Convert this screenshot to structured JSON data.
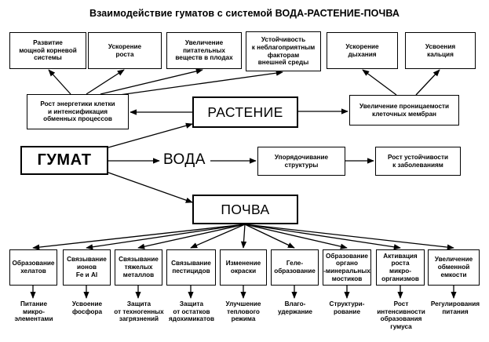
{
  "title": "Взаимодействие гуматов с системой ВОДА-РАСТЕНИЕ-ПОЧВА",
  "top_effects": [
    "Развитие\nмощной корневой\nсистемы",
    "Ускорение\nроста",
    "Увеличение\nпитательных\nвеществ в плодах",
    "Устойчивость\nк неблагоприятным\nфакторам\nвнешней среды",
    "Ускорение\nдыхания",
    "Усвоения\nкальция"
  ],
  "growth_box": "Рост энергетики клетки\nи интенсификация\nобменных процессов",
  "plant": "РАСТЕНИЕ",
  "permeability_box": "Увеличение проницаемости\nклеточных мембран",
  "humate": "ГУМАТ",
  "water": "ВОДА",
  "structure_box": "Упорядочивание\nструктуры",
  "resistance_box": "Рост устойчивости\nк заболеваниям",
  "soil": "ПОЧВА",
  "soil_effects": [
    "Образование\nхелатов",
    "Связывание\nионов\nFe и Al",
    "Связывание\nтяжелых\nметаллов",
    "Связывание\nпестицидов",
    "Изменение\nокраски",
    "Геле-\nобразование",
    "Образование\nоргано\n-минеральных\nмостиков",
    "Активация\nроста\nмикро-\nорганизмов",
    "Увеличение\nобменной\nемкости"
  ],
  "soil_results": [
    "Питание\nмикро-\nэлементами",
    "Усвоение\nфосфора",
    "Защита\nот техногенных\nзагрязнений",
    "Защита\nот остатков\nядохимикатов",
    "Улучшение\nтеплового\nрежима",
    "Влаго-\nудержание",
    "Структури-\nрование",
    "Рост\nинтенсивности\nобразования\nгумуса",
    "Регулирования\nпитания"
  ]
}
